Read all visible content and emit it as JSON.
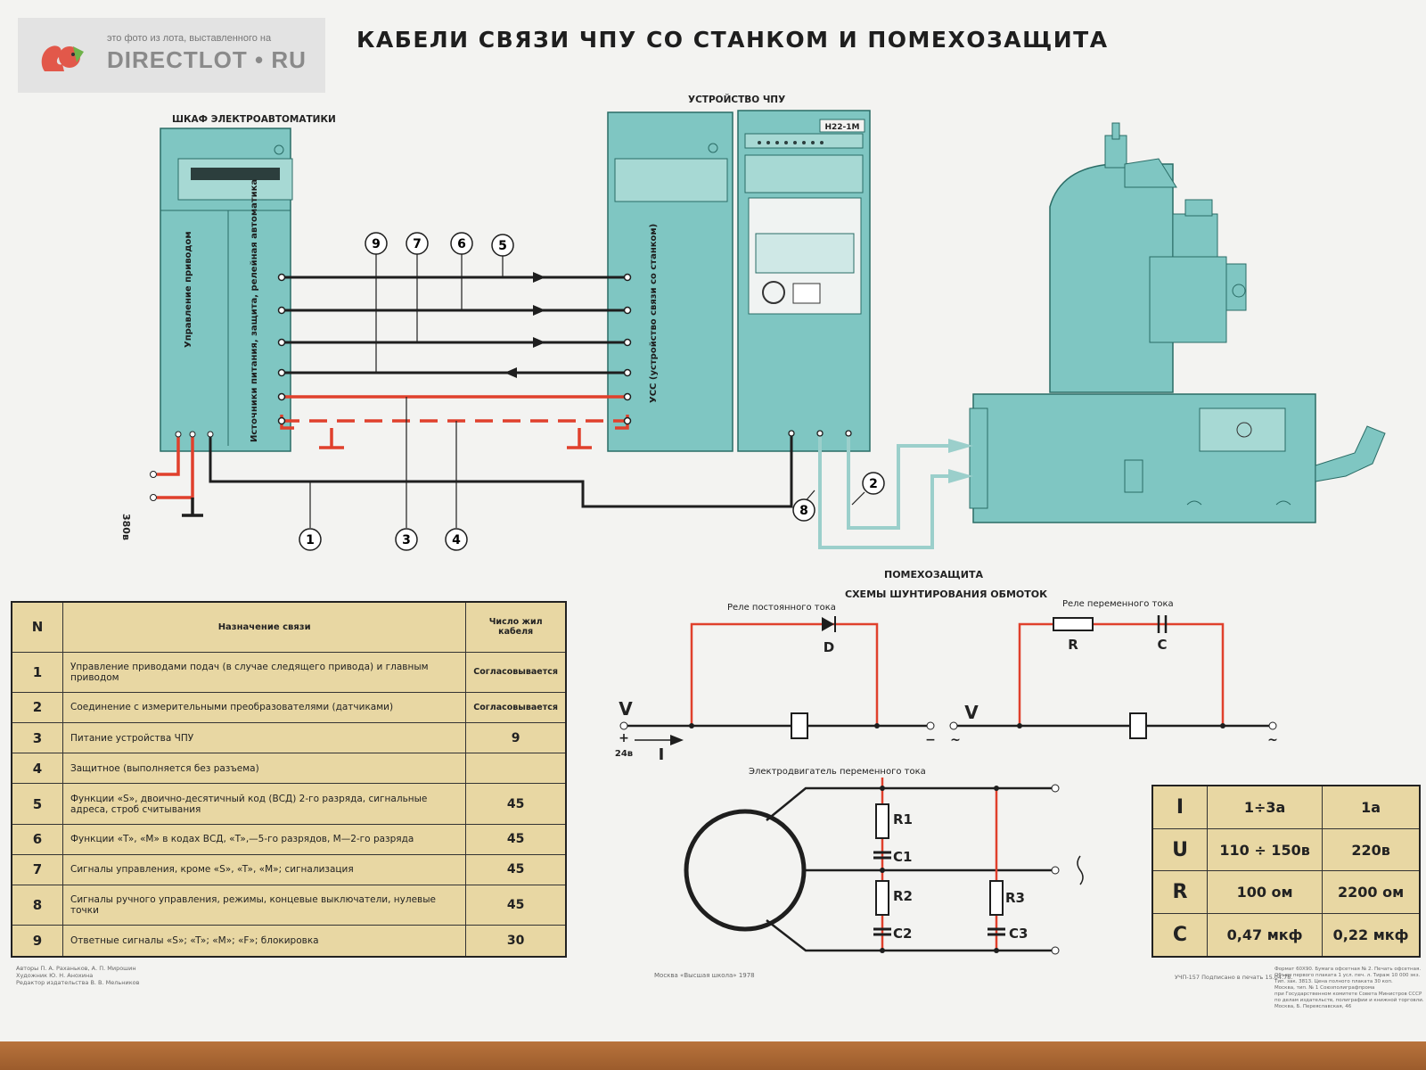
{
  "watermark": {
    "top": "это фото из лота, выставленного на",
    "brand": "DIRECTLOT • RU"
  },
  "title": "КАБЕЛИ СВЯЗИ ЧПУ СО СТАНКОМ И ПОМЕХОЗАЩИТА",
  "cabinet": {
    "title": "ШКАФ ЭЛЕКТРОАВТОМАТИКИ",
    "left_label": "Управление приводом",
    "right_label": "Источники питания, защита, релейная автоматика",
    "voltage": "380в"
  },
  "cnc": {
    "title": "УСТРОЙСТВО ЧПУ",
    "model": "Н22-1М",
    "ucc_label": "УСС (устройство связи со станком)"
  },
  "cable_numbers": [
    "1",
    "2",
    "3",
    "4",
    "5",
    "6",
    "7",
    "8",
    "9"
  ],
  "table": {
    "headers": {
      "n": "N",
      "purpose": "Назначение связи",
      "cores": "Число жил кабеля"
    },
    "rows": [
      {
        "n": "1",
        "purpose": "Управление приводами подач (в случае следящего привода) и главным приводом",
        "cores": "Согласовывается"
      },
      {
        "n": "2",
        "purpose": "Соединение с измерительными преобразователями (датчиками)",
        "cores": "Согласовывается"
      },
      {
        "n": "3",
        "purpose": "Питание устройства ЧПУ",
        "cores": "9"
      },
      {
        "n": "4",
        "purpose": "Защитное (выполняется без разъема)",
        "cores": ""
      },
      {
        "n": "5",
        "purpose": "Функции «S», двоично-десятичный код (ВСД) 2-го разряда, сигнальные адреса, строб считывания",
        "cores": "45"
      },
      {
        "n": "6",
        "purpose": "Функции «T», «M» в кодах ВСД, «T»,—5-го разрядов, М—2-го разряда",
        "cores": "45"
      },
      {
        "n": "7",
        "purpose": "Сигналы управления, кроме «S», «T», «M»; сигнализация",
        "cores": "45"
      },
      {
        "n": "8",
        "purpose": "Сигналы ручного управления, режимы, концевые выключатели, нулевые точки",
        "cores": "45"
      },
      {
        "n": "9",
        "purpose": "Ответные сигналы «S»; «T»; «M»; «F»; блокировка",
        "cores": "30"
      }
    ]
  },
  "protection": {
    "title": "ПОМЕХОЗАЩИТА",
    "subtitle": "СХЕМЫ ШУНТИРОВАНИЯ ОБМОТОК",
    "dc_relay": "Реле постоянного тока",
    "ac_relay": "Реле переменного тока",
    "motor": "Электродвигатель переменного тока",
    "labels": {
      "D": "D",
      "R": "R",
      "C": "C",
      "V": "V",
      "I": "I",
      "v24": "24в",
      "plus": "+",
      "minus": "−",
      "ac": "~"
    },
    "motor_parts": [
      "R1",
      "C1",
      "R2",
      "C2",
      "R3",
      "C3"
    ]
  },
  "params": {
    "rows": [
      {
        "k": "I",
        "a": "1÷3а",
        "b": "1а"
      },
      {
        "k": "U",
        "a": "110 ÷ 150в",
        "b": "220в"
      },
      {
        "k": "R",
        "a": "100 ом",
        "b": "2200 ом"
      },
      {
        "k": "C",
        "a": "0,47 мкф",
        "b": "0,22 мкф"
      }
    ]
  },
  "footer": {
    "publisher": "Москва «Высшая школа» 1978",
    "order": "УЧП-157 Подписано в печать 15.04.78.",
    "left": "Авторы П. А. Раханьков, А. П. Мирошин\nХудожник Ю. Н. Анохина\nРедактор издательства В. В. Мельников",
    "right": "Формат 60Х90. Бумага офсетная № 2. Печать офсетная.\nОбъем первого плаката 1 усл. печ. л. Тираж 10 000 экз.\nТип. зак. 3813. Цена полного плаката 30 коп.\nМосква, тип. № 1 Союзполиграфпрома\nпри Государственном комитете Совета Министров СССР\nпо делам издательств, полиграфии и книжной торговли.\nМосква, Б. Переяславская, 46"
  },
  "colors": {
    "teal": "#7fc6c2",
    "red": "#e0402c",
    "table_bg": "#e8d7a3",
    "line": "#1e1e1e"
  }
}
